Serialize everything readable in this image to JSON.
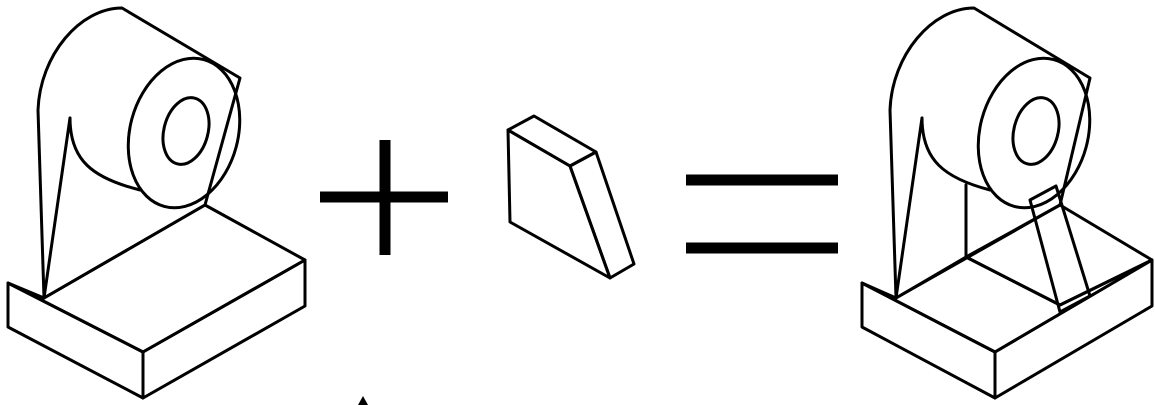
{
  "diagram": {
    "kind": "part-composition-equation",
    "parts": [
      {
        "id": "base-part",
        "color": "#FDF3DC"
      },
      {
        "id": "rib-wedge",
        "color": "#FBDDE1"
      },
      {
        "id": "result-part",
        "color": "#FBE8DD"
      }
    ],
    "operators": [
      "plus",
      "equals"
    ],
    "stroke_color": "#000000"
  }
}
